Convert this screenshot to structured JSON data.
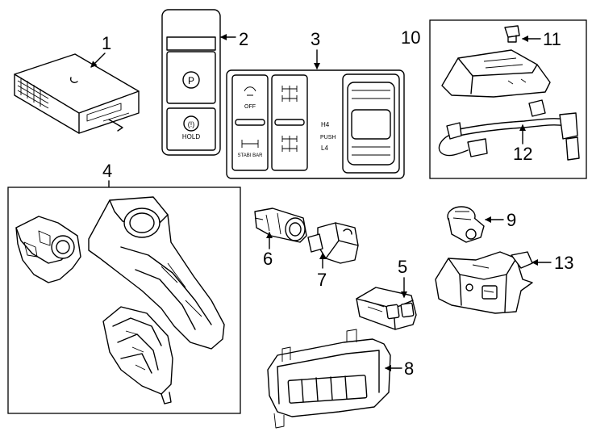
{
  "callouts": [
    "1",
    "2",
    "3",
    "4",
    "5",
    "6",
    "7",
    "8",
    "9",
    "10",
    "11",
    "12",
    "13"
  ],
  "switch_labels": {
    "parking": "P",
    "hold_symbol": "(!)",
    "hold": "HOLD",
    "off": "OFF",
    "stabi_bar": "STABI BAR",
    "h4": "H4",
    "push": "PUSH",
    "l4": "L4"
  },
  "colors": {
    "line": "#000000",
    "background": "#ffffff"
  }
}
